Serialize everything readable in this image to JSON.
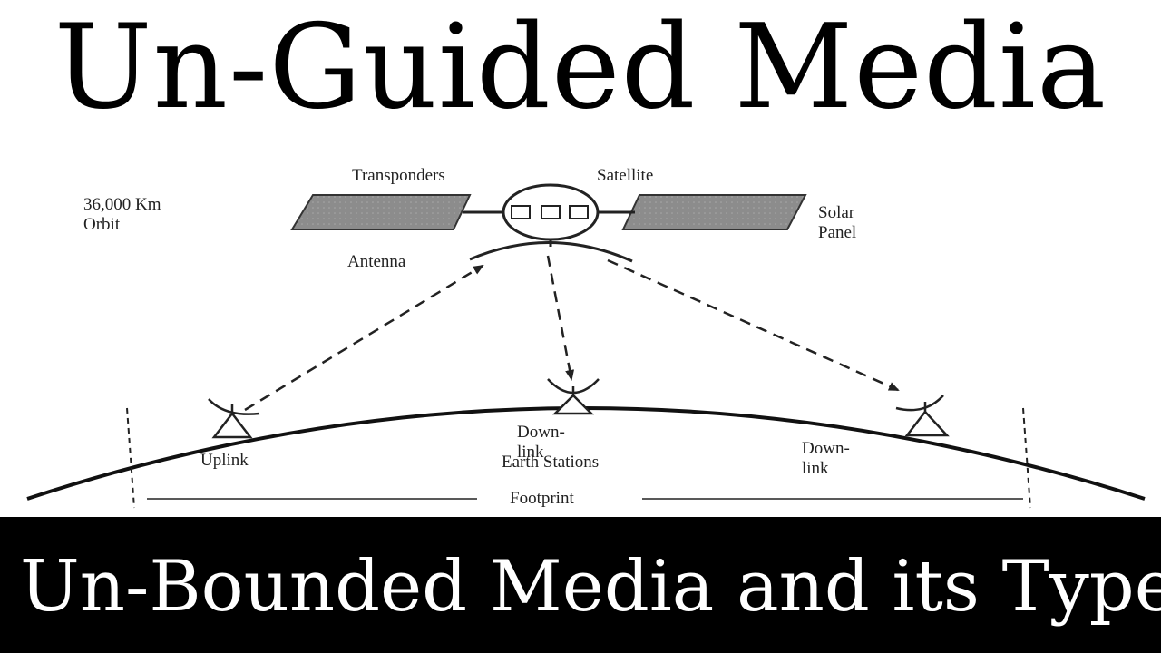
{
  "title": "Un-Guided Media",
  "subtitle": "Un-Bounded Media and its Types",
  "diagram": {
    "labels": {
      "transponders": "Transponders",
      "satellite": "Satellite",
      "orbit_line1": "36,000 Km",
      "orbit_line2": "Orbit",
      "solar_line1": "Solar",
      "solar_line2": "Panel",
      "antenna": "Antenna",
      "uplink": "Uplink",
      "downlink_center_line1": "Down-",
      "downlink_center_line2": "link",
      "earth_stations": "Earth Stations",
      "downlink_right_line1": "Down-",
      "downlink_right_line2": "link",
      "footprint": "Footprint"
    }
  },
  "colors": {
    "footer_bg": "#000000",
    "footer_text": "#ffffff",
    "panel_fill": "#8c8c8c"
  }
}
